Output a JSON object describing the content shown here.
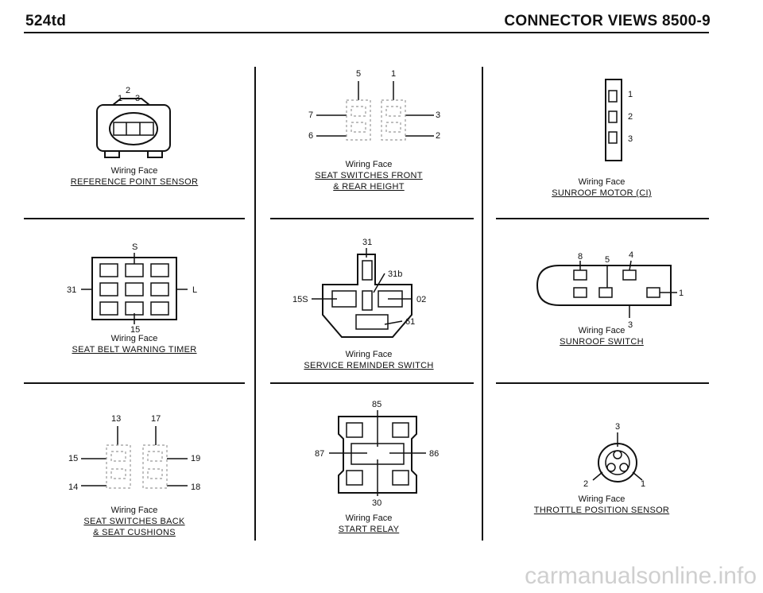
{
  "header": {
    "left": "524td",
    "right": "CONNECTOR VIEWS  8500-9"
  },
  "wiring_face": "Wiring Face",
  "connectors": {
    "reference_point_sensor": {
      "name": "REFERENCE POINT SENSOR",
      "pins": [
        "1",
        "2",
        "3"
      ]
    },
    "seat_switches_front": {
      "name_line1": "SEAT SWITCHES FRONT",
      "name_line2": "& REAR HEIGHT",
      "pins": [
        "5",
        "1",
        "7",
        "3",
        "6",
        "2"
      ]
    },
    "sunroof_motor": {
      "name": "SUNROOF MOTOR (CI)",
      "pins": [
        "1",
        "2",
        "3"
      ]
    },
    "seat_belt_warning_timer": {
      "name": "SEAT BELT WARNING TIMER",
      "pins": [
        "S",
        "31",
        "L",
        "15"
      ]
    },
    "service_reminder_switch": {
      "name": "SERVICE REMINDER SWITCH",
      "pins": [
        "31",
        "31b",
        "15S",
        "02",
        "61"
      ]
    },
    "sunroof_switch": {
      "name": "SUNROOF SWITCH",
      "pins": [
        "8",
        "5",
        "4",
        "1",
        "3"
      ]
    },
    "seat_switches_back": {
      "name_line1": "SEAT SWITCHES BACK",
      "name_line2": "& SEAT CUSHIONS",
      "pins": [
        "13",
        "17",
        "15",
        "19",
        "14",
        "18"
      ]
    },
    "start_relay": {
      "name": "START RELAY",
      "pins": [
        "85",
        "87",
        "86",
        "30"
      ]
    },
    "throttle_position_sensor": {
      "name": "THROTTLE POSITION SENSOR",
      "pins": [
        "3",
        "2",
        "1"
      ]
    }
  },
  "watermark": "carmanualsonline.info"
}
